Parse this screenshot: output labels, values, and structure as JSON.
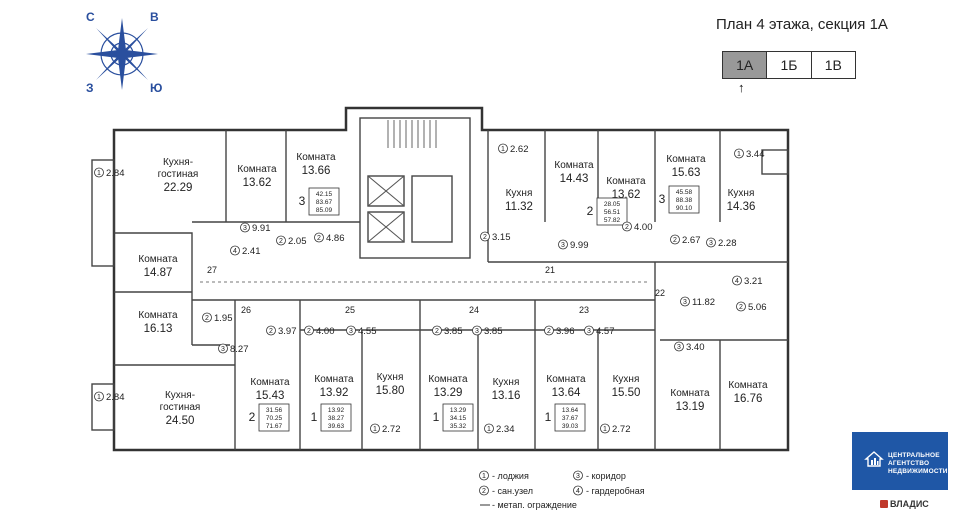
{
  "header": {
    "title": "План 4 этажа, секция 1А",
    "tabs": [
      {
        "label": "1А",
        "active": true
      },
      {
        "label": "1Б",
        "active": false
      },
      {
        "label": "1В",
        "active": false
      }
    ],
    "arrow": "↑"
  },
  "compass": {
    "n": "С",
    "e": "В",
    "s": "Ю",
    "w": "З",
    "color": "#2a4f9e"
  },
  "rooms": [
    {
      "id": "kg1",
      "name": "Кухня-гостиная",
      "area": "22.29"
    },
    {
      "id": "r1",
      "name": "Комната",
      "area": "13.62"
    },
    {
      "id": "r2",
      "name": "Комната",
      "area": "13.66"
    },
    {
      "id": "r3",
      "name": "Комната",
      "area": "14.87"
    },
    {
      "id": "r4",
      "name": "Комната",
      "area": "16.13"
    },
    {
      "id": "kg2",
      "name": "Кухня-гостиная",
      "area": "24.50"
    },
    {
      "id": "r5",
      "name": "Комната",
      "area": "15.43"
    },
    {
      "id": "r6",
      "name": "Комната",
      "area": "13.92"
    },
    {
      "id": "k1",
      "name": "Кухня",
      "area": "15.80"
    },
    {
      "id": "r7",
      "name": "Комната",
      "area": "13.29"
    },
    {
      "id": "k2",
      "name": "Кухня",
      "area": "13.16"
    },
    {
      "id": "r8",
      "name": "Комната",
      "area": "13.64"
    },
    {
      "id": "k3",
      "name": "Кухня",
      "area": "15.50"
    },
    {
      "id": "r9",
      "name": "Комната",
      "area": "13.19"
    },
    {
      "id": "r10",
      "name": "Комната",
      "area": "16.76"
    },
    {
      "id": "k4",
      "name": "Кухня",
      "area": "11.32"
    },
    {
      "id": "r11",
      "name": "Комната",
      "area": "14.43"
    },
    {
      "id": "r12",
      "name": "Комната",
      "area": "13.62"
    },
    {
      "id": "r13",
      "name": "Комната",
      "area": "15.63"
    },
    {
      "id": "k5",
      "name": "Кухня",
      "area": "14.36"
    }
  ],
  "apartments": [
    {
      "id": "a1",
      "rooms": "3",
      "a": "42.15",
      "b": "83.67",
      "c": "85.09"
    },
    {
      "id": "a2",
      "rooms": "2",
      "a": "31.56",
      "b": "70.25",
      "c": "71.67"
    },
    {
      "id": "a3",
      "rooms": "1",
      "a": "13.92",
      "b": "38.27",
      "c": "39.63"
    },
    {
      "id": "a4",
      "rooms": "1",
      "a": "13.29",
      "b": "34.15",
      "c": "35.32"
    },
    {
      "id": "a5",
      "rooms": "1",
      "a": "13.64",
      "b": "37.67",
      "c": "39.03"
    },
    {
      "id": "a6",
      "rooms": "2",
      "a": "28.05",
      "b": "56.51",
      "c": "57.82"
    },
    {
      "id": "a7",
      "rooms": "3",
      "a": "45.58",
      "b": "88.38",
      "c": "90.10"
    }
  ],
  "tags": [
    {
      "n": "1",
      "v": "2.84"
    },
    {
      "n": "1",
      "v": "2.84"
    },
    {
      "n": "3",
      "v": "9.91"
    },
    {
      "n": "4",
      "v": "2.41"
    },
    {
      "n": "2",
      "v": "2.05"
    },
    {
      "n": "2",
      "v": "4.86"
    },
    {
      "n": "2",
      "v": "1.95"
    },
    {
      "n": "3",
      "v": "8.27"
    },
    {
      "n": "2",
      "v": "3.97"
    },
    {
      "n": "2",
      "v": "4.00"
    },
    {
      "n": "3",
      "v": "4.55"
    },
    {
      "n": "1",
      "v": "2.72"
    },
    {
      "n": "2",
      "v": "3.85"
    },
    {
      "n": "3",
      "v": "3.85"
    },
    {
      "n": "1",
      "v": "2.34"
    },
    {
      "n": "2",
      "v": "3.96"
    },
    {
      "n": "3",
      "v": "4.57"
    },
    {
      "n": "1",
      "v": "2.72"
    },
    {
      "n": "1",
      "v": "2.62"
    },
    {
      "n": "2",
      "v": "3.15"
    },
    {
      "n": "3",
      "v": "9.99"
    },
    {
      "n": "2",
      "v": "4.00"
    },
    {
      "n": "2",
      "v": "2.67"
    },
    {
      "n": "3",
      "v": "2.28"
    },
    {
      "n": "1",
      "v": "3.44"
    },
    {
      "n": "4",
      "v": "3.21"
    },
    {
      "n": "2",
      "v": "5.06"
    },
    {
      "n": "3",
      "v": "11.82"
    },
    {
      "n": "3",
      "v": "3.40"
    }
  ],
  "nums": [
    "27",
    "26",
    "25",
    "24",
    "23",
    "22",
    "21"
  ],
  "legend": [
    {
      "n": "1",
      "label": "- лоджия"
    },
    {
      "n": "2",
      "label": "- сан.узел"
    },
    {
      "n": "",
      "label": "- метап. ограждение"
    },
    {
      "n": "3",
      "label": "- коридор"
    },
    {
      "n": "4",
      "label": "- гардеробная"
    }
  ],
  "brand": {
    "line1": "ЦЕНТРАЛЬНОЕ",
    "line2": "АГЕНТСТВО",
    "line3": "НЕДВИЖИМОСТИ",
    "vladis": "ВЛАДИС",
    "color": "#1f57a6"
  }
}
